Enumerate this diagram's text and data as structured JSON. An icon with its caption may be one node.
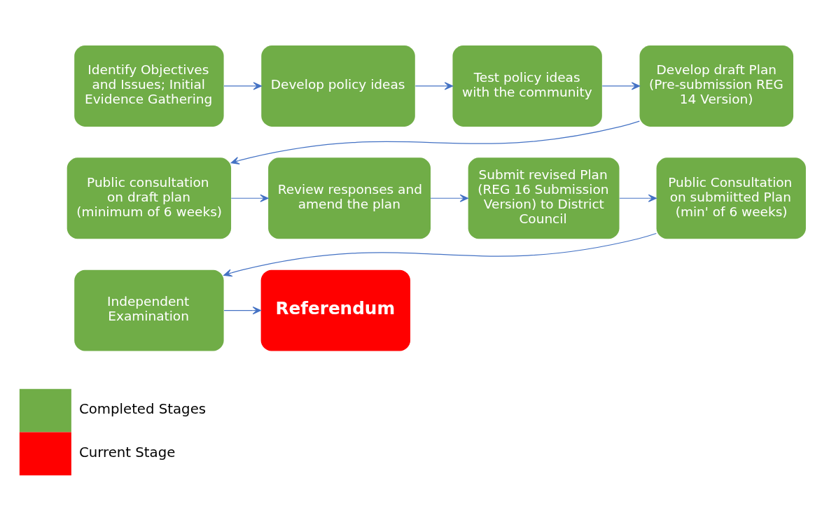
{
  "diagram": {
    "nodes": [
      {
        "text": [
          "Identify Objectives and Issues; Initial Evidence Gathering"
        ]
      },
      {
        "text": [
          "Develop policy ideas"
        ]
      },
      {
        "text": [
          "Test policy ideas with the community"
        ]
      },
      {
        "text": [
          "Develop draft Plan (Pre-submission REG 14 Version)"
        ]
      },
      {
        "text": [
          "Public consultation on draft plan (minimum of 6 weeks)"
        ]
      },
      {
        "text": [
          "Review responses and amend the plan"
        ]
      },
      {
        "text": [
          "Submit revised Plan (REG 16 Submission Version) to District Council"
        ]
      },
      {
        "text": [
          "Public Consultation on submiitted Plan (min' of 6 weeks)"
        ]
      },
      {
        "text": [
          "Independent Examination"
        ]
      },
      {
        "text": [
          "Referendum"
        ]
      }
    ],
    "edges": [
      {
        "from": 0,
        "to": 1,
        "arrow": "to"
      },
      {
        "from": 1,
        "to": 2,
        "arrow": "to"
      },
      {
        "from": 2,
        "to": 3,
        "arrow": "to"
      },
      {
        "from": 3,
        "to": 4,
        "arrow": "to"
      },
      {
        "from": 4,
        "to": 5,
        "arrow": "to"
      },
      {
        "from": 5,
        "to": 6,
        "arrow": "to"
      },
      {
        "from": 6,
        "to": 7,
        "arrow": "to"
      },
      {
        "from": 7,
        "to": 8,
        "arrow": "to"
      },
      {
        "from": 8,
        "to": 9,
        "arrow": "to"
      }
    ],
    "legend": [
      {
        "text": "Completed Stages",
        "color": "#70ad47"
      },
      {
        "text": "Current Stage",
        "color": "#ff0000"
      }
    ]
  }
}
